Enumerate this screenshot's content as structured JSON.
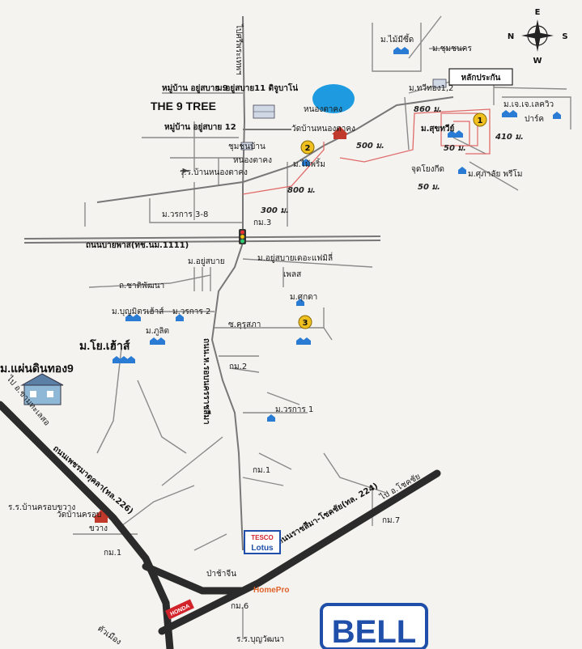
{
  "compass": {
    "n": "N",
    "e": "E",
    "s": "S",
    "w": "W"
  },
  "labels": [
    {
      "id": "lbl-m-maimisuk",
      "text": "ม.ไม้มีซึ้ด"
    },
    {
      "id": "lbl-m-chumchon",
      "text": "ม.ชุมชนคร"
    },
    {
      "id": "lbl-lakprakan",
      "text": "หลักประกัน"
    },
    {
      "id": "lbl-m-thawithong",
      "text": "ม.ทวีทอง1,2"
    },
    {
      "id": "lbl-m-jjlakeview",
      "text": "ม.เจ.เจ.เลควิว"
    },
    {
      "id": "lbl-park",
      "text": "ปาร์ค"
    },
    {
      "id": "lbl-m-sukhsabai",
      "text": "ม.สุขทวีย์"
    },
    {
      "id": "lbl-judyongkid",
      "text": "จุดโยงกีด"
    },
    {
      "id": "lbl-m-supalai",
      "text": "ม.ศุภาลัย พรีโม"
    },
    {
      "id": "lbl-pisaduan",
      "text": "ไปศรีพระเทพฯ"
    },
    {
      "id": "lbl-mooban9",
      "text": "หมู่บ้าน อยู่สบาย 9"
    },
    {
      "id": "lbl-m-yusabai11",
      "text": "ม.อยู่สบาย11 ดิจูบาโน่"
    },
    {
      "id": "lbl-the9tree",
      "text": "THE 9 TREE"
    },
    {
      "id": "lbl-mooban12",
      "text": "หมู่บ้าน อยู่สบาย 12"
    },
    {
      "id": "lbl-nongtakong",
      "text": "หนองตาคง"
    },
    {
      "id": "lbl-wat-nongtakong",
      "text": "วัดบ้านหนองตาคง"
    },
    {
      "id": "lbl-chumchon",
      "text": "ชุมชนบ้าน"
    },
    {
      "id": "lbl-nongtakong2",
      "text": "หนองตาคง"
    },
    {
      "id": "lbl-m-maiprim",
      "text": "ม.ไม้พริ้ม"
    },
    {
      "id": "lbl-school-nongtakong",
      "text": "ร.ร.บ้านหนองตาคง"
    },
    {
      "id": "lbl-m-worakan",
      "text": "ม.วรการ 3-8"
    },
    {
      "id": "lbl-km3",
      "text": "กม.3"
    },
    {
      "id": "lbl-bypass",
      "text": "ถนนบายพาส(ทช.นม.1111)"
    },
    {
      "id": "lbl-m-yusabai",
      "text": "ม.อยู่สบาย"
    },
    {
      "id": "lbl-m-yusabai-family",
      "text": "ม.อยู่สบายเดอะแฟมิลี่"
    },
    {
      "id": "lbl-plus",
      "text": "เพลส"
    },
    {
      "id": "lbl-chatpatthana",
      "text": "ถ.ชาติพัฒนา"
    },
    {
      "id": "lbl-m-bunyamitra",
      "text": "ม.บุญมิตรเฮ้าส์"
    },
    {
      "id": "lbl-m-worakan2",
      "text": "ม.วรการ 2"
    },
    {
      "id": "lbl-m-sukda",
      "text": "ม.ศุกดา"
    },
    {
      "id": "lbl-m-phulit",
      "text": "ม.ภูลิต"
    },
    {
      "id": "lbl-sor-kuspa",
      "text": "ซ.คุรุสภา"
    },
    {
      "id": "lbl-m-yohouse",
      "text": "ม.โย.เฮ้าส์"
    },
    {
      "id": "lbl-m-phaendin",
      "text": "ม.แผ่นดินทอง9"
    },
    {
      "id": "lbl-km2",
      "text": "กม.2"
    },
    {
      "id": "lbl-m-worakan1",
      "text": "ม.วรการ 1"
    },
    {
      "id": "lbl-road-vertical",
      "text": "ถนน.ห.รอบนครราชสีมา"
    },
    {
      "id": "lbl-km1-right",
      "text": "กม.1"
    },
    {
      "id": "lbl-pai-ao-kham",
      "text": "ไป อ.ขามทะเลสอ"
    },
    {
      "id": "lbl-petchmathukla",
      "text": "ถนนเพชรมาตุคลา(ทล.226)"
    },
    {
      "id": "lbl-rr-bankrok",
      "text": "ร.ร.บ้านครอบขวาง"
    },
    {
      "id": "lbl-wat-bankrok",
      "text": "วัดบ้านครอบ"
    },
    {
      "id": "lbl-khwang",
      "text": "ขวาง"
    },
    {
      "id": "lbl-km1-left",
      "text": "กม.1"
    },
    {
      "id": "lbl-km7",
      "text": "กม.7"
    },
    {
      "id": "lbl-nakhonratchasima-chokchai",
      "text": "ถนนราชสีมา-โชคชัย(ทล. 224)"
    },
    {
      "id": "lbl-pai-chokchai",
      "text": "ไป อ.โชคชัย"
    },
    {
      "id": "lbl-pakhachin",
      "text": "ป่าช้าจีน"
    },
    {
      "id": "lbl-km6",
      "text": "กม.6"
    },
    {
      "id": "lbl-rr-bunwattana",
      "text": "ร.ร.บุญวัฒนา"
    },
    {
      "id": "lbl-taiwanmueang",
      "text": "ตัวเมือง"
    }
  ],
  "distances": {
    "d860": "860 ม.",
    "d410": "410 ม.",
    "d50a": "50 ม.",
    "d50b": "50 ม.",
    "d500": "500 ม.",
    "d800": "800 ม.",
    "d300": "300 ม."
  },
  "markers": {
    "m1": "1",
    "m2": "2",
    "m3": "3"
  },
  "brands": {
    "tesco": "TESCO",
    "lotus": "Lotus",
    "homepro": "HomePro",
    "honda": "HONDA",
    "bell": "BELL"
  },
  "colors": {
    "lake": "#1e9be0",
    "route": "#e06a6a",
    "marker": "#f0c020",
    "highway": "#2b2b2b",
    "house": "#2a7bd3",
    "bell": "#1f4fa8"
  }
}
